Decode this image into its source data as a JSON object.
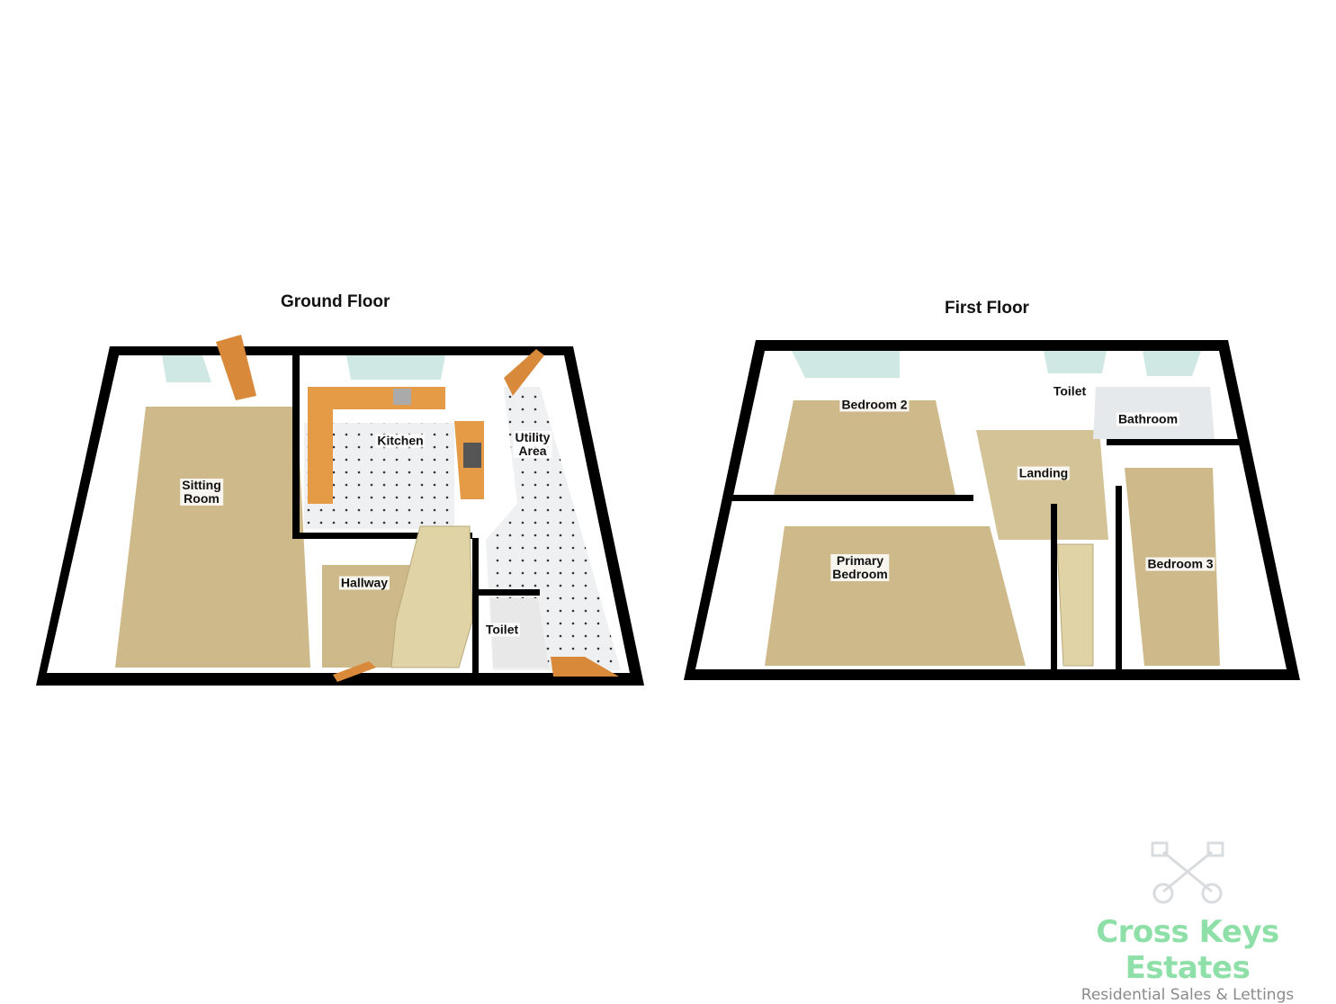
{
  "ground_floor": {
    "title": "Ground Floor",
    "rooms": [
      "Sitting\nRoom",
      "Kitchen",
      "Utility\nArea",
      "Hallway",
      "Toilet"
    ]
  },
  "first_floor": {
    "title": "First Floor",
    "rooms": [
      "Bedroom 2",
      "Toilet",
      "Bathroom",
      "Landing",
      "Primary\nBedroom",
      "Bedroom 3"
    ]
  },
  "logo": {
    "brand": "Cross Keys Estates",
    "tagline": "Residential Sales & Lettings",
    "icon": "crossed-keys-icon",
    "brand_color": "#8fe0a8"
  },
  "colors": {
    "wall": "#000000",
    "carpet": "#cdb98a",
    "tile": "#eef0f2",
    "worktop": "#e59a45",
    "window": "#cfe8e4"
  }
}
